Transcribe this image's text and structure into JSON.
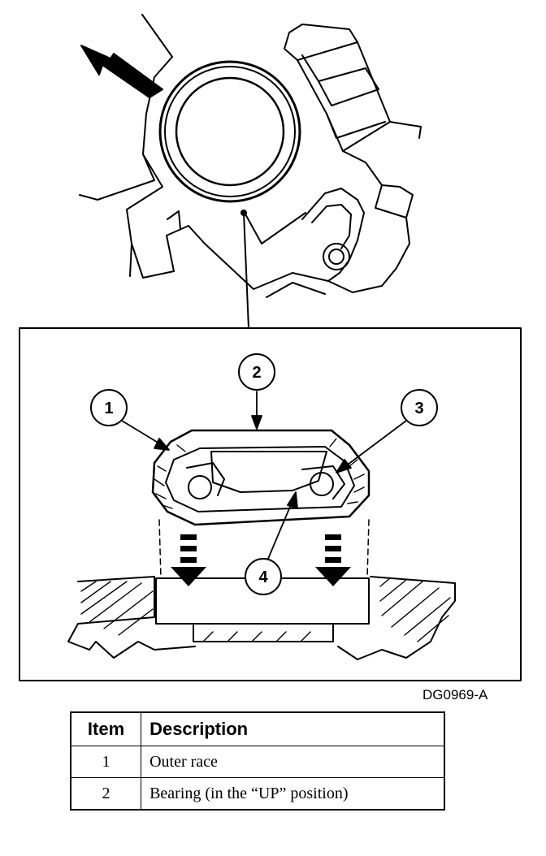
{
  "figure": {
    "code": "DG0969-A",
    "callouts": [
      {
        "id": "callout-1",
        "label": "1"
      },
      {
        "id": "callout-2",
        "label": "2"
      },
      {
        "id": "callout-3",
        "label": "3"
      },
      {
        "id": "callout-4",
        "label": "4"
      }
    ]
  },
  "table": {
    "headers": {
      "item": "Item",
      "description": "Description"
    },
    "rows": [
      {
        "item": "1",
        "description": "Outer race"
      },
      {
        "item": "2",
        "description": "Bearing (in the “UP” position)"
      }
    ]
  }
}
